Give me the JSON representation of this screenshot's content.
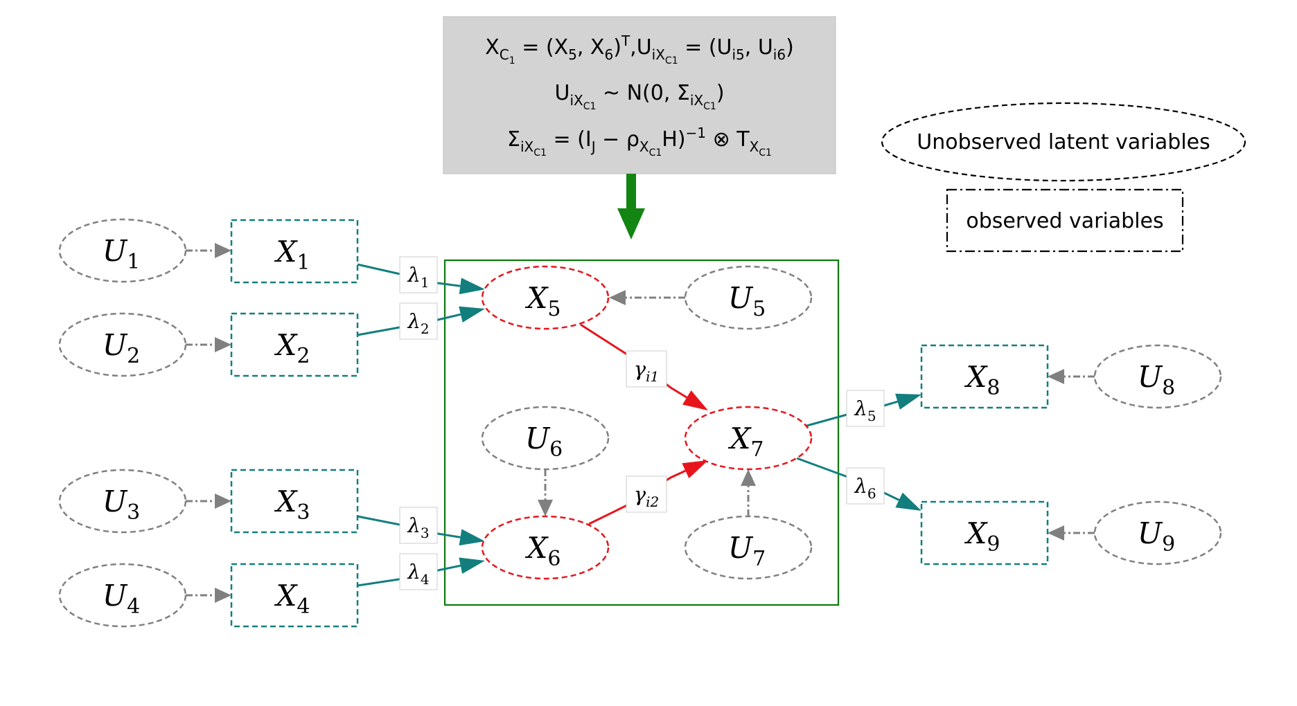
{
  "formula_box": {
    "line1": [
      {
        "t": "X"
      },
      {
        "s": "C",
        "sub2": "1"
      },
      {
        "t": " = (X"
      },
      {
        "s": "5"
      },
      {
        "t": ", X"
      },
      {
        "s": "6"
      },
      {
        "t": ")"
      },
      {
        "sup": "T"
      },
      {
        "t": ",U"
      },
      {
        "s": "iX",
        "sub2": "C1"
      },
      {
        "t": " = (U"
      },
      {
        "s": "i5"
      },
      {
        "t": ", U"
      },
      {
        "s": "i6"
      },
      {
        "t": ")"
      }
    ],
    "line2": [
      {
        "t": "U"
      },
      {
        "s": "iX",
        "sub2": "C1"
      },
      {
        "t": " ~ N(0, Σ"
      },
      {
        "s": "iX",
        "sub2": "C1"
      },
      {
        "t": ")"
      }
    ],
    "line3": [
      {
        "t": "Σ"
      },
      {
        "s": "iX",
        "sub2": "C1"
      },
      {
        "t": " = (I"
      },
      {
        "s": "J"
      },
      {
        "t": " − ρ"
      },
      {
        "s": "X",
        "sub2": "C1"
      },
      {
        "t": "H)"
      },
      {
        "sup": "−1"
      },
      {
        "t": " ⊗ T"
      },
      {
        "s": "X",
        "sub2": "C1"
      }
    ]
  },
  "legend": {
    "latent": "Unobserved latent variables",
    "observed": "observed variables"
  },
  "nodes": {
    "U1": {
      "base": "U",
      "sub": "1"
    },
    "U2": {
      "base": "U",
      "sub": "2"
    },
    "U3": {
      "base": "U",
      "sub": "3"
    },
    "U4": {
      "base": "U",
      "sub": "4"
    },
    "U5": {
      "base": "U",
      "sub": "5"
    },
    "U6": {
      "base": "U",
      "sub": "6"
    },
    "U7": {
      "base": "U",
      "sub": "7"
    },
    "U8": {
      "base": "U",
      "sub": "8"
    },
    "U9": {
      "base": "U",
      "sub": "9"
    },
    "X1": {
      "base": "X",
      "sub": "1"
    },
    "X2": {
      "base": "X",
      "sub": "2"
    },
    "X3": {
      "base": "X",
      "sub": "3"
    },
    "X4": {
      "base": "X",
      "sub": "4"
    },
    "X5": {
      "base": "X",
      "sub": "5"
    },
    "X6": {
      "base": "X",
      "sub": "6"
    },
    "X7": {
      "base": "X",
      "sub": "7"
    },
    "X8": {
      "base": "X",
      "sub": "8"
    },
    "X9": {
      "base": "X",
      "sub": "9"
    }
  },
  "edge_labels": {
    "lambda1": {
      "base": "λ",
      "sub": "1"
    },
    "lambda2": {
      "base": "λ",
      "sub": "2"
    },
    "lambda3": {
      "base": "λ",
      "sub": "3"
    },
    "lambda4": {
      "base": "λ",
      "sub": "4"
    },
    "lambda5": {
      "base": "λ",
      "sub": "5"
    },
    "lambda6": {
      "base": "λ",
      "sub": "6"
    },
    "gamma1": {
      "base": "γ",
      "sub": "i1"
    },
    "gamma2": {
      "base": "γ",
      "sub": "i2"
    }
  },
  "colors": {
    "teal": "#137e7e",
    "red": "#e8141b",
    "gray": "#808080",
    "green": "#0a7a0a",
    "arrow_green": "#128512",
    "formula_bg": "#d3d3d3"
  }
}
